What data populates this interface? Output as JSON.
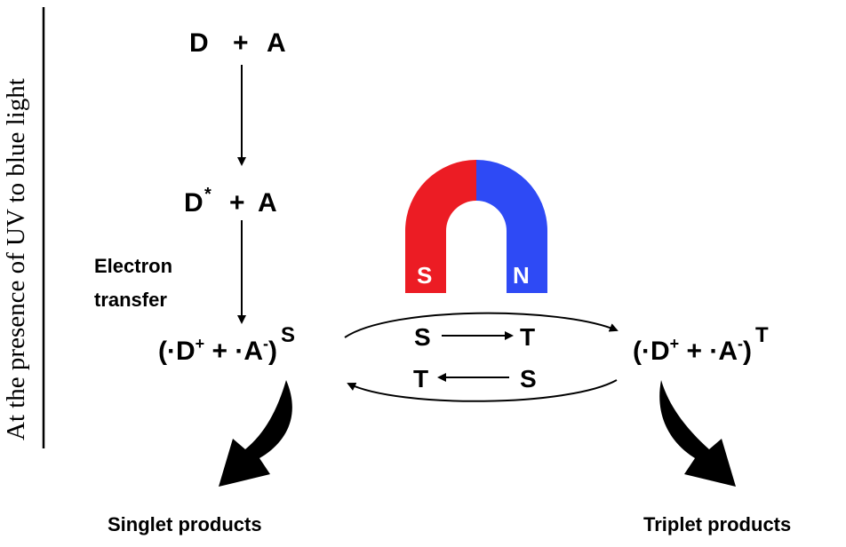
{
  "side_label": "At the presence of UV to blue light",
  "steps": {
    "ground": {
      "d": "D",
      "plus": "+",
      "a": "A"
    },
    "excited": {
      "d": "D",
      "star": "*",
      "plus": "+",
      "a": "A"
    },
    "transfer_label": {
      "line1": "Electron",
      "line2": "transfer"
    }
  },
  "pairs": {
    "singlet": {
      "open": "(·D",
      "dplus": "+",
      "mid": " + ·A",
      "aminus": "-",
      "close": ")",
      "multiplicity": "S"
    },
    "triplet": {
      "open": "(·D",
      "dplus": "+",
      "mid": " + ·A",
      "aminus": "-",
      "close": ")",
      "multiplicity": "T"
    }
  },
  "interconversion": {
    "forward": {
      "from": "S",
      "to": "T"
    },
    "backward": {
      "from": "S",
      "to": "T"
    }
  },
  "magnet": {
    "south_label": "S",
    "north_label": "N",
    "south_color": "#ec1c24",
    "north_color": "#2e4af5"
  },
  "products": {
    "singlet": "Singlet products",
    "triplet": "Triplet products"
  }
}
